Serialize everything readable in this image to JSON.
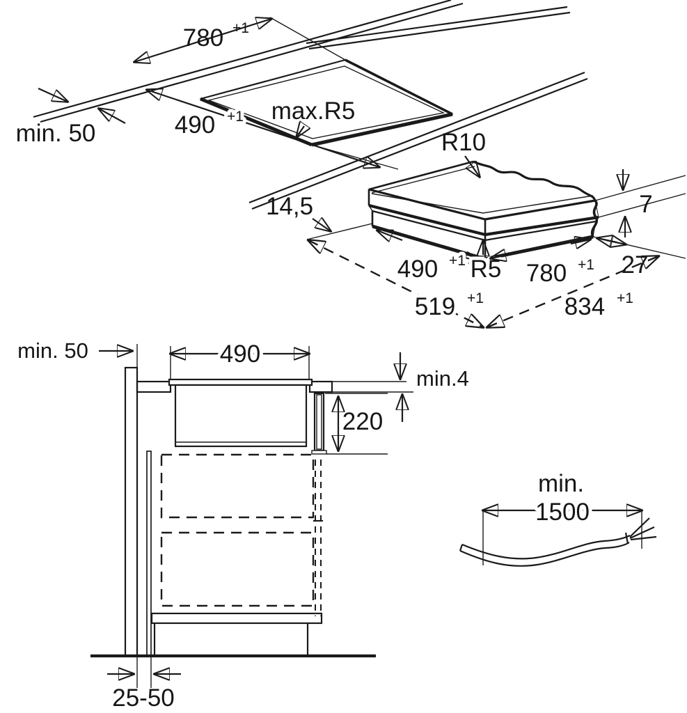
{
  "worktop_cutout_view": {
    "cutout_width": "780",
    "cutout_width_tol": "+1",
    "cutout_depth": "490",
    "cutout_depth_tol": "+1",
    "corner_radius_max": "max.R5",
    "rear_edge_clearance": "min. 50"
  },
  "hob_dimension_view": {
    "top_corner_radius": "R10",
    "side_overhang": "14,5",
    "glass_thickness": "7",
    "body_depth": "490",
    "body_depth_tol": "+1",
    "body_corner_radius": "R5",
    "body_width": "780",
    "body_width_tol": "+1",
    "end_overhang": "27",
    "overall_depth": "519",
    "overall_depth_tol": "+1",
    "overall_width": "834",
    "overall_width_tol": "+1"
  },
  "installation_section_view": {
    "wall_clearance": "min. 50",
    "cutout_depth": "490",
    "top_clearance": "min.4",
    "installation_depth": "220",
    "rear_gap_range": "25-50"
  },
  "power_cable_view": {
    "length_prefix": "min.",
    "cable_length": "1500"
  }
}
